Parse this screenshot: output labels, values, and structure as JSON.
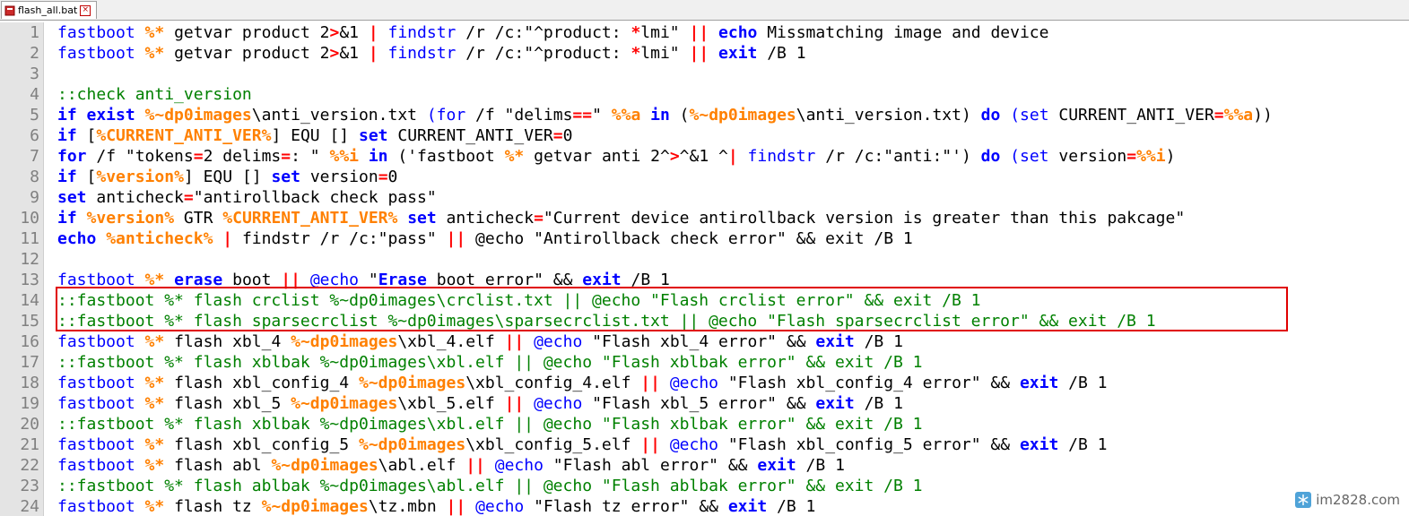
{
  "tab": {
    "label": "flash_all.bat"
  },
  "watermark": {
    "text": "im2828.com"
  },
  "lines": [
    {
      "n": "1",
      "t": [
        [
          "kw",
          "fastboot "
        ],
        [
          "var",
          "%*"
        ],
        [
          "plain",
          " getvar product 2"
        ],
        [
          "opb",
          ">"
        ],
        [
          "plain",
          "&1 "
        ],
        [
          "opb",
          "|"
        ],
        [
          "kw",
          " findstr"
        ],
        [
          "plain",
          " /r /c:\"^product: "
        ],
        [
          "opb",
          "*"
        ],
        [
          "plain",
          "lmi\" "
        ],
        [
          "opb",
          "||"
        ],
        [
          "plain",
          " "
        ],
        [
          "kwb",
          "echo"
        ],
        [
          "plain",
          " Missmatching image and device"
        ]
      ]
    },
    {
      "n": "2",
      "t": [
        [
          "kw",
          "fastboot "
        ],
        [
          "var",
          "%*"
        ],
        [
          "plain",
          " getvar product 2"
        ],
        [
          "opb",
          ">"
        ],
        [
          "plain",
          "&1 "
        ],
        [
          "opb",
          "|"
        ],
        [
          "kw",
          " findstr"
        ],
        [
          "plain",
          " /r /c:\"^product: "
        ],
        [
          "opb",
          "*"
        ],
        [
          "plain",
          "lmi\" "
        ],
        [
          "opb",
          "||"
        ],
        [
          "plain",
          " "
        ],
        [
          "kwb",
          "exit"
        ],
        [
          "plain",
          " /B 1"
        ]
      ]
    },
    {
      "n": "3",
      "t": []
    },
    {
      "n": "4",
      "t": [
        [
          "cmt",
          "::check anti_version"
        ]
      ]
    },
    {
      "n": "5",
      "t": [
        [
          "kwb",
          "if exist "
        ],
        [
          "var",
          "%~dp0images"
        ],
        [
          "plain",
          "\\anti_version.txt "
        ],
        [
          "kw",
          "(for"
        ],
        [
          "plain",
          " /f \"delims"
        ],
        [
          "opb",
          "=="
        ],
        [
          "plain",
          "\" "
        ],
        [
          "var",
          "%%a"
        ],
        [
          "plain",
          " "
        ],
        [
          "kwb",
          "in"
        ],
        [
          "plain",
          " ("
        ],
        [
          "var",
          "%~dp0images"
        ],
        [
          "plain",
          "\\anti_version.txt) "
        ],
        [
          "kwb",
          "do"
        ],
        [
          "plain",
          " "
        ],
        [
          "kw",
          "(set"
        ],
        [
          "plain",
          " CURRENT_ANTI_VER"
        ],
        [
          "opb",
          "="
        ],
        [
          "var",
          "%%a"
        ],
        [
          "plain",
          "))"
        ]
      ]
    },
    {
      "n": "6",
      "t": [
        [
          "kwb",
          "if"
        ],
        [
          "plain",
          " ["
        ],
        [
          "var",
          "%CURRENT_ANTI_VER%"
        ],
        [
          "plain",
          "] EQU [] "
        ],
        [
          "kwb",
          "set"
        ],
        [
          "plain",
          " CURRENT_ANTI_VER"
        ],
        [
          "opb",
          "="
        ],
        [
          "plain",
          "0"
        ]
      ]
    },
    {
      "n": "7",
      "t": [
        [
          "kwb",
          "for"
        ],
        [
          "plain",
          " /f \"tokens"
        ],
        [
          "opb",
          "="
        ],
        [
          "plain",
          "2 delims"
        ],
        [
          "opb",
          "="
        ],
        [
          "plain",
          ": \" "
        ],
        [
          "var",
          "%%i"
        ],
        [
          "plain",
          " "
        ],
        [
          "kwb",
          "in"
        ],
        [
          "plain",
          " ('fastboot "
        ],
        [
          "var",
          "%*"
        ],
        [
          "plain",
          " getvar anti 2^"
        ],
        [
          "opb",
          ">"
        ],
        [
          "plain",
          "^&1 ^"
        ],
        [
          "opb",
          "|"
        ],
        [
          "kw",
          " findstr"
        ],
        [
          "plain",
          " /r /c:\"anti:\"') "
        ],
        [
          "kwb",
          "do"
        ],
        [
          "plain",
          " "
        ],
        [
          "kw",
          "(set"
        ],
        [
          "plain",
          " version"
        ],
        [
          "opb",
          "="
        ],
        [
          "var",
          "%%i"
        ],
        [
          "plain",
          ")"
        ]
      ]
    },
    {
      "n": "8",
      "t": [
        [
          "kwb",
          "if"
        ],
        [
          "plain",
          " ["
        ],
        [
          "var",
          "%version%"
        ],
        [
          "plain",
          "] EQU [] "
        ],
        [
          "kwb",
          "set"
        ],
        [
          "plain",
          " version"
        ],
        [
          "opb",
          "="
        ],
        [
          "plain",
          "0"
        ]
      ]
    },
    {
      "n": "9",
      "t": [
        [
          "kwb",
          "set"
        ],
        [
          "plain",
          " anticheck"
        ],
        [
          "opb",
          "="
        ],
        [
          "plain",
          "\"antirollback check pass\""
        ]
      ]
    },
    {
      "n": "10",
      "t": [
        [
          "kwb",
          "if"
        ],
        [
          "plain",
          " "
        ],
        [
          "var",
          "%version%"
        ],
        [
          "plain",
          " GTR "
        ],
        [
          "var",
          "%CURRENT_ANTI_VER%"
        ],
        [
          "plain",
          " "
        ],
        [
          "kwb",
          "set"
        ],
        [
          "plain",
          " anticheck"
        ],
        [
          "opb",
          "="
        ],
        [
          "plain",
          "\"Current device antirollback version is greater than this pakcage\""
        ]
      ]
    },
    {
      "n": "11",
      "t": [
        [
          "kwb",
          "echo"
        ],
        [
          "plain",
          " "
        ],
        [
          "var",
          "%anticheck%"
        ],
        [
          "plain",
          " "
        ],
        [
          "opb",
          "|"
        ],
        [
          "plain",
          " findstr /r /c:\"pass\" "
        ],
        [
          "opb",
          "||"
        ],
        [
          "plain",
          " @echo \"Antirollback check error\" && exit /B 1"
        ]
      ]
    },
    {
      "n": "12",
      "t": []
    },
    {
      "n": "13",
      "t": [
        [
          "kw",
          "fastboot "
        ],
        [
          "var",
          "%*"
        ],
        [
          "plain",
          " "
        ],
        [
          "kwb",
          "erase"
        ],
        [
          "plain",
          " boot "
        ],
        [
          "opb",
          "||"
        ],
        [
          "plain",
          " "
        ],
        [
          "kw",
          "@echo"
        ],
        [
          "plain",
          " \""
        ],
        [
          "kwb",
          "Erase"
        ],
        [
          "plain",
          " boot error\" && "
        ],
        [
          "kwb",
          "exit"
        ],
        [
          "plain",
          " /B 1"
        ]
      ]
    },
    {
      "n": "14",
      "t": [
        [
          "cmt",
          "::fastboot %* flash crclist %~dp0images\\crclist.txt || @echo \"Flash crclist error\" && exit /B 1"
        ]
      ]
    },
    {
      "n": "15",
      "t": [
        [
          "cmt",
          "::fastboot %* flash sparsecrclist %~dp0images\\sparsecrclist.txt || @echo \"Flash sparsecrclist error\" && exit /B 1"
        ]
      ]
    },
    {
      "n": "16",
      "t": [
        [
          "kw",
          "fastboot "
        ],
        [
          "var",
          "%*"
        ],
        [
          "plain",
          " flash xbl_4 "
        ],
        [
          "var",
          "%~dp0images"
        ],
        [
          "plain",
          "\\xbl_4.elf "
        ],
        [
          "opb",
          "||"
        ],
        [
          "plain",
          " "
        ],
        [
          "kw",
          "@echo"
        ],
        [
          "plain",
          " \"Flash xbl_4 error\" && "
        ],
        [
          "kwb",
          "exit"
        ],
        [
          "plain",
          " /B 1"
        ]
      ]
    },
    {
      "n": "17",
      "t": [
        [
          "cmt",
          "::fastboot %* flash xblbak %~dp0images\\xbl.elf || @echo \"Flash xblbak error\" && exit /B 1"
        ]
      ]
    },
    {
      "n": "18",
      "t": [
        [
          "kw",
          "fastboot "
        ],
        [
          "var",
          "%*"
        ],
        [
          "plain",
          " flash xbl_config_4 "
        ],
        [
          "var",
          "%~dp0images"
        ],
        [
          "plain",
          "\\xbl_config_4.elf "
        ],
        [
          "opb",
          "||"
        ],
        [
          "plain",
          " "
        ],
        [
          "kw",
          "@echo"
        ],
        [
          "plain",
          " \"Flash xbl_config_4 error\" && "
        ],
        [
          "kwb",
          "exit"
        ],
        [
          "plain",
          " /B 1"
        ]
      ]
    },
    {
      "n": "19",
      "t": [
        [
          "kw",
          "fastboot "
        ],
        [
          "var",
          "%*"
        ],
        [
          "plain",
          " flash xbl_5 "
        ],
        [
          "var",
          "%~dp0images"
        ],
        [
          "plain",
          "\\xbl_5.elf "
        ],
        [
          "opb",
          "||"
        ],
        [
          "plain",
          " "
        ],
        [
          "kw",
          "@echo"
        ],
        [
          "plain",
          " \"Flash xbl_5 error\" && "
        ],
        [
          "kwb",
          "exit"
        ],
        [
          "plain",
          " /B 1"
        ]
      ]
    },
    {
      "n": "20",
      "t": [
        [
          "cmt",
          "::fastboot %* flash xblbak %~dp0images\\xbl.elf || @echo \"Flash xblbak error\" && exit /B 1"
        ]
      ]
    },
    {
      "n": "21",
      "t": [
        [
          "kw",
          "fastboot "
        ],
        [
          "var",
          "%*"
        ],
        [
          "plain",
          " flash xbl_config_5 "
        ],
        [
          "var",
          "%~dp0images"
        ],
        [
          "plain",
          "\\xbl_config_5.elf "
        ],
        [
          "opb",
          "||"
        ],
        [
          "plain",
          " "
        ],
        [
          "kw",
          "@echo"
        ],
        [
          "plain",
          " \"Flash xbl_config_5 error\" && "
        ],
        [
          "kwb",
          "exit"
        ],
        [
          "plain",
          " /B 1"
        ]
      ]
    },
    {
      "n": "22",
      "t": [
        [
          "kw",
          "fastboot "
        ],
        [
          "var",
          "%*"
        ],
        [
          "plain",
          " flash abl "
        ],
        [
          "var",
          "%~dp0images"
        ],
        [
          "plain",
          "\\abl.elf "
        ],
        [
          "opb",
          "||"
        ],
        [
          "plain",
          " "
        ],
        [
          "kw",
          "@echo"
        ],
        [
          "plain",
          " \"Flash abl error\" && "
        ],
        [
          "kwb",
          "exit"
        ],
        [
          "plain",
          " /B 1"
        ]
      ]
    },
    {
      "n": "23",
      "t": [
        [
          "cmt",
          "::fastboot %* flash ablbak %~dp0images\\abl.elf || @echo \"Flash ablbak error\" && exit /B 1"
        ]
      ]
    },
    {
      "n": "24",
      "t": [
        [
          "kw",
          "fastboot "
        ],
        [
          "var",
          "%*"
        ],
        [
          "plain",
          " flash tz "
        ],
        [
          "var",
          "%~dp0images"
        ],
        [
          "plain",
          "\\tz.mbn "
        ],
        [
          "opb",
          "||"
        ],
        [
          "plain",
          " "
        ],
        [
          "kw",
          "@echo"
        ],
        [
          "plain",
          " \"Flash tz error\" && "
        ],
        [
          "kwb",
          "exit"
        ],
        [
          "plain",
          " /B 1"
        ]
      ]
    }
  ]
}
